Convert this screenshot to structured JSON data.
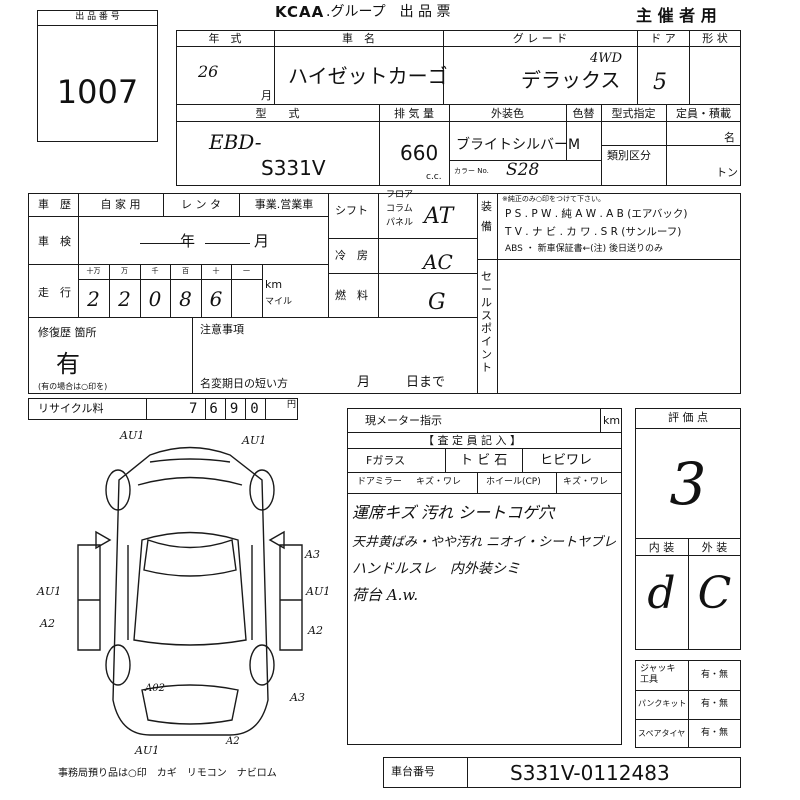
{
  "header": {
    "lot_label": "出 品 番 号",
    "lot_number": "1007",
    "org": "KCAA",
    "title": ".グループ　出 品 票",
    "organizer": "主 催 者 用"
  },
  "vehicle": {
    "year_label": "年　式",
    "year_value": "26",
    "month_suffix": "月",
    "name_label": "車　名",
    "name_value": "ハイゼットカーゴ",
    "grade_label": "グ レ ー ド",
    "grade_value": "デラックス",
    "grade_note": "4WD",
    "doors_label": "ド ア",
    "doors_value": "5",
    "body_label": "形 状"
  },
  "spec": {
    "model_label": "型　　式",
    "model_prefix": "EBD-",
    "model_value": "S331V",
    "displacement_label": "排 気 量",
    "displacement_value": "660",
    "cc_unit": "c.c.",
    "color_label": "外装色",
    "color_value": "ブライトシルバーM",
    "color_no_label": "カラー No.",
    "color_no_value": "S28",
    "repaint_label": "色替",
    "designation_label": "型式指定",
    "class_label": "類別区分",
    "capacity_label": "定員・積載",
    "capacity_unit_persons": "名",
    "capacity_unit_tons": "トン"
  },
  "history": {
    "label": "車　歴",
    "options": [
      "自 家 用",
      "レ ン タ",
      "事業.営業車"
    ],
    "inspection_label": "車　検",
    "inspection_year": "年",
    "inspection_month": "月",
    "mileage_label": "走　行",
    "digit_headers": [
      "十万",
      "万",
      "千",
      "百",
      "十",
      "一"
    ],
    "digits": [
      "2",
      "2",
      "0",
      "8",
      "6"
    ],
    "km_label": "km",
    "mile_label": "マイル"
  },
  "drive": {
    "shift_label": "シフト",
    "shift_opts": [
      "フロア",
      "コラム",
      "パネル"
    ],
    "shift_value": "AT",
    "ac_label": "冷　房",
    "ac_value": "AC",
    "fuel_label": "燃　料",
    "fuel_value": "G"
  },
  "equipment": {
    "label": "装　備",
    "note": "※純正のみ○印をつけて下さい。",
    "line1": "P S . P W . 純 A W . A B (エアバック)",
    "line2": "T V . ナ ビ . カ ワ . S R (サンルーフ)",
    "line3": "ABS ・ 新車保証書←(注) 後日送りのみ"
  },
  "sales_point": {
    "label": "セールスポイント"
  },
  "repair": {
    "label": "修復歴 箇所",
    "value": "有",
    "note": "(有の場合は○印を)"
  },
  "caution": {
    "label": "注意事項",
    "deadline_label": "名変期日の短い方",
    "month": "月",
    "day": "日まで"
  },
  "recycle": {
    "label": "リサイクル料",
    "value": "7690",
    "unit": "円"
  },
  "inspection": {
    "meter_label": "現メーター指示",
    "km_unit": "km",
    "inspector_label": "【 査 定 員 記 入 】",
    "glass_label": "Fガラス",
    "glass_opts": "ト ビ 石",
    "crack_label": "ヒビワレ",
    "mirror_label": "ドアミラー",
    "mirror_opts": "キズ・ワレ",
    "wheel_label": "ホイール(CP)",
    "wheel_opts": "キズ・ワレ",
    "notes": [
      "運席キズ 汚れ シートコゲ穴",
      "天井黄ばみ・やや汚れ ニオイ・シートヤブレ",
      "ハンドルスレ　内外装シミ",
      "荷台 A.w."
    ]
  },
  "rating": {
    "label": "評 価 点",
    "score": "3",
    "interior_label": "内 装",
    "exterior_label": "外 装",
    "interior_grade": "d",
    "exterior_grade": "C"
  },
  "tools": {
    "jack_label": "ジャッキ 工具",
    "puncture_label": "パンクキット",
    "spare_label": "スペアタイヤ",
    "yes_no": "有・無"
  },
  "diagram_marks": {
    "top_left": "AU1",
    "top_right": "AU1",
    "left_mid": "AU1",
    "left_low": "A2",
    "right_mid1": "A3",
    "right_mid2": "AU1",
    "right_low": "A2",
    "bottom_right": "A3",
    "bottom_left": "A02",
    "bottom_mid": "A2",
    "bottom": "AU1"
  },
  "footer": {
    "office_note": "事務局預り品は○印　カギ　リモコン　ナビロム",
    "chassis_label": "車台番号",
    "chassis_value": "S331V-0112483"
  }
}
